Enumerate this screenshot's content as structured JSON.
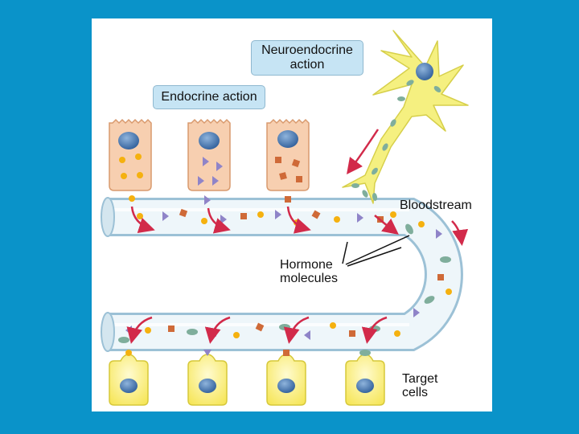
{
  "labels": {
    "neuroendocrine": "Neuroendocrine action",
    "endocrine": "Endocrine action",
    "bloodstream": "Bloodstream",
    "hormone": "Hormone molecules",
    "target": "Target cells"
  },
  "colors": {
    "background": "#0a93c9",
    "panel": "#ffffff",
    "label_box": "#c6e4f4",
    "secretory_cell": "#f7cfb0",
    "target_cell": "#fbf07a",
    "neuron": "#f5f080",
    "nucleus": "#3b74b0",
    "vessel": "#e6f1f7",
    "arrow": "#d22a4a",
    "hormone_circle": "#f5b10f",
    "hormone_triangle": "#8f84c8",
    "hormone_square": "#cf6a38",
    "hormone_ellipse": "#7fae9c"
  }
}
